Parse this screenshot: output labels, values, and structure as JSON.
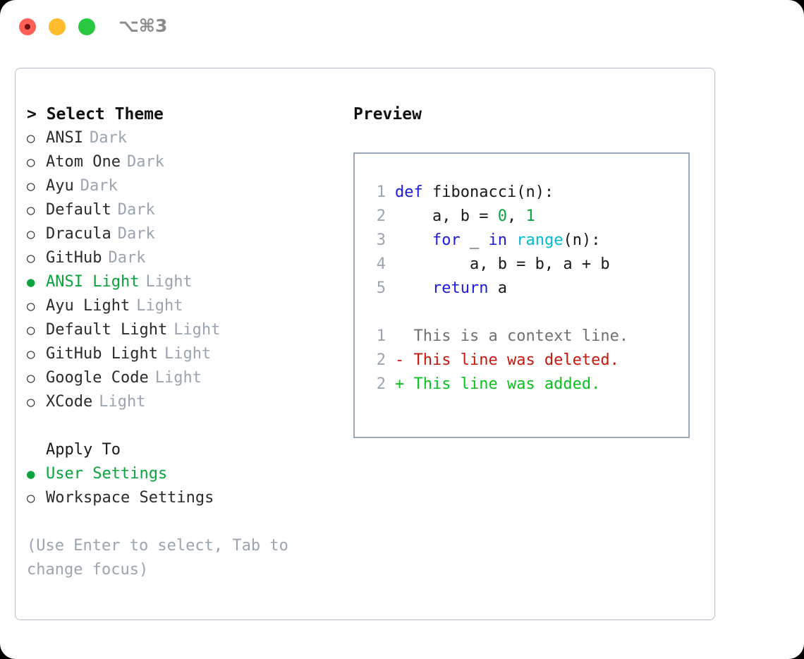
{
  "window": {
    "title": "⌥⌘3",
    "traffic_lights": [
      {
        "name": "close",
        "color": "#ff5f57"
      },
      {
        "name": "minimize",
        "color": "#ffbd2e"
      },
      {
        "name": "zoom",
        "color": "#28c840"
      }
    ]
  },
  "theme_panel": {
    "heading": "> Select Theme",
    "bullet_unselected": "○",
    "bullet_selected": "●",
    "items": [
      {
        "label": "ANSI",
        "tag": "Dark",
        "selected": false
      },
      {
        "label": "Atom One",
        "tag": "Dark",
        "selected": false
      },
      {
        "label": "Ayu",
        "tag": "Dark",
        "selected": false
      },
      {
        "label": "Default",
        "tag": "Dark",
        "selected": false
      },
      {
        "label": "Dracula",
        "tag": "Dark",
        "selected": false
      },
      {
        "label": "GitHub",
        "tag": "Dark",
        "selected": false
      },
      {
        "label": "ANSI Light",
        "tag": "Light",
        "selected": true
      },
      {
        "label": "Ayu Light",
        "tag": "Light",
        "selected": false
      },
      {
        "label": "Default Light",
        "tag": "Light",
        "selected": false
      },
      {
        "label": "GitHub Light",
        "tag": "Light",
        "selected": false
      },
      {
        "label": "Google Code",
        "tag": "Light",
        "selected": false
      },
      {
        "label": "XCode",
        "tag": "Light",
        "selected": false
      }
    ]
  },
  "apply_to": {
    "heading": "Apply To",
    "items": [
      {
        "label": "User Settings",
        "selected": true
      },
      {
        "label": "Workspace Settings",
        "selected": false
      }
    ]
  },
  "hint": "(Use Enter to select, Tab to change focus)",
  "preview": {
    "title": "Preview",
    "code_lines": [
      {
        "no": "1",
        "tokens": [
          {
            "t": "def",
            "c": "kw"
          },
          {
            "t": " fibonacci(n):",
            "c": "pln"
          }
        ]
      },
      {
        "no": "2",
        "tokens": [
          {
            "t": "    a, b = ",
            "c": "pln"
          },
          {
            "t": "0",
            "c": "num"
          },
          {
            "t": ", ",
            "c": "pln"
          },
          {
            "t": "1",
            "c": "num"
          }
        ]
      },
      {
        "no": "3",
        "tokens": [
          {
            "t": "    ",
            "c": "pln"
          },
          {
            "t": "for",
            "c": "kw"
          },
          {
            "t": " _ ",
            "c": "pln"
          },
          {
            "t": "in",
            "c": "kw"
          },
          {
            "t": " ",
            "c": "pln"
          },
          {
            "t": "range",
            "c": "fn"
          },
          {
            "t": "(n):",
            "c": "pln"
          }
        ]
      },
      {
        "no": "4",
        "tokens": [
          {
            "t": "        a, b = b, a + b",
            "c": "pln"
          }
        ]
      },
      {
        "no": "5",
        "tokens": [
          {
            "t": "    ",
            "c": "pln"
          },
          {
            "t": "return",
            "c": "kw"
          },
          {
            "t": " a",
            "c": "pln"
          }
        ]
      }
    ],
    "diff_lines": [
      {
        "no": "1",
        "marker": "  ",
        "text": "This is a context line.",
        "c": "ctx"
      },
      {
        "no": "2",
        "marker": "- ",
        "text": "This line was deleted.",
        "c": "del"
      },
      {
        "no": "2",
        "marker": "+ ",
        "text": "This line was added.",
        "c": "add"
      }
    ]
  },
  "colors": {
    "accent_green": "#0aa33c",
    "muted": "#9aa5b1",
    "keyword": "#1b1bdd",
    "function": "#00bcd4",
    "number": "#0aa33c",
    "deleted": "#c8170d",
    "added": "#0ac21f",
    "border": "#b6bfcb"
  }
}
